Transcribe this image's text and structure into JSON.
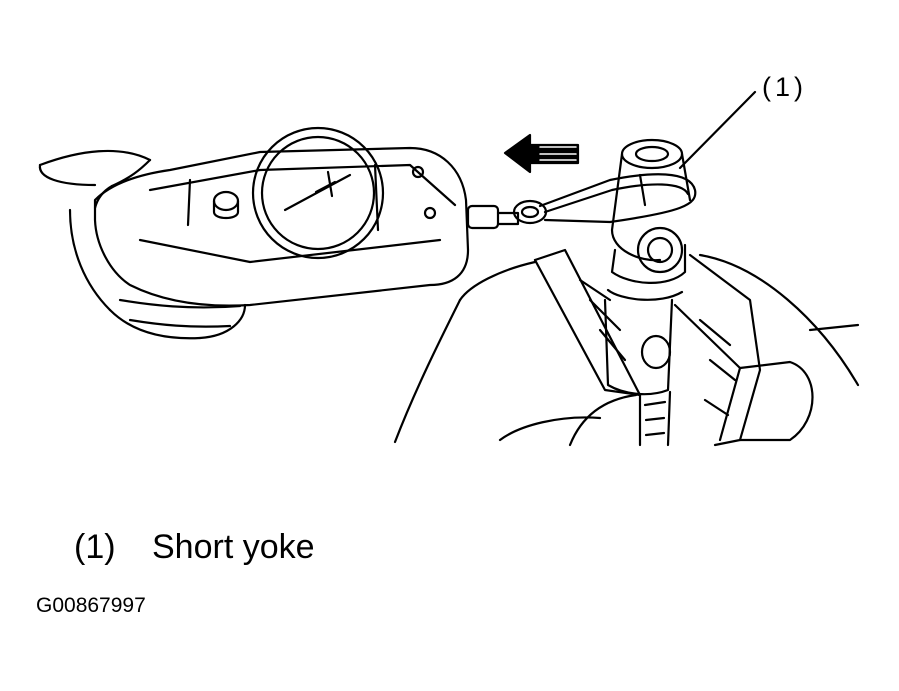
{
  "diagram": {
    "callout_label": "(1)",
    "legend": [
      {
        "number": "(1)",
        "text": "Short yoke"
      }
    ],
    "figure_id": "G00867997",
    "line_color": "#000000",
    "background_color": "#ffffff",
    "icons": [
      "spring-scale-icon",
      "pull-direction-arrow-icon",
      "universal-joint-icon",
      "hand-icon",
      "vise-icon"
    ]
  }
}
